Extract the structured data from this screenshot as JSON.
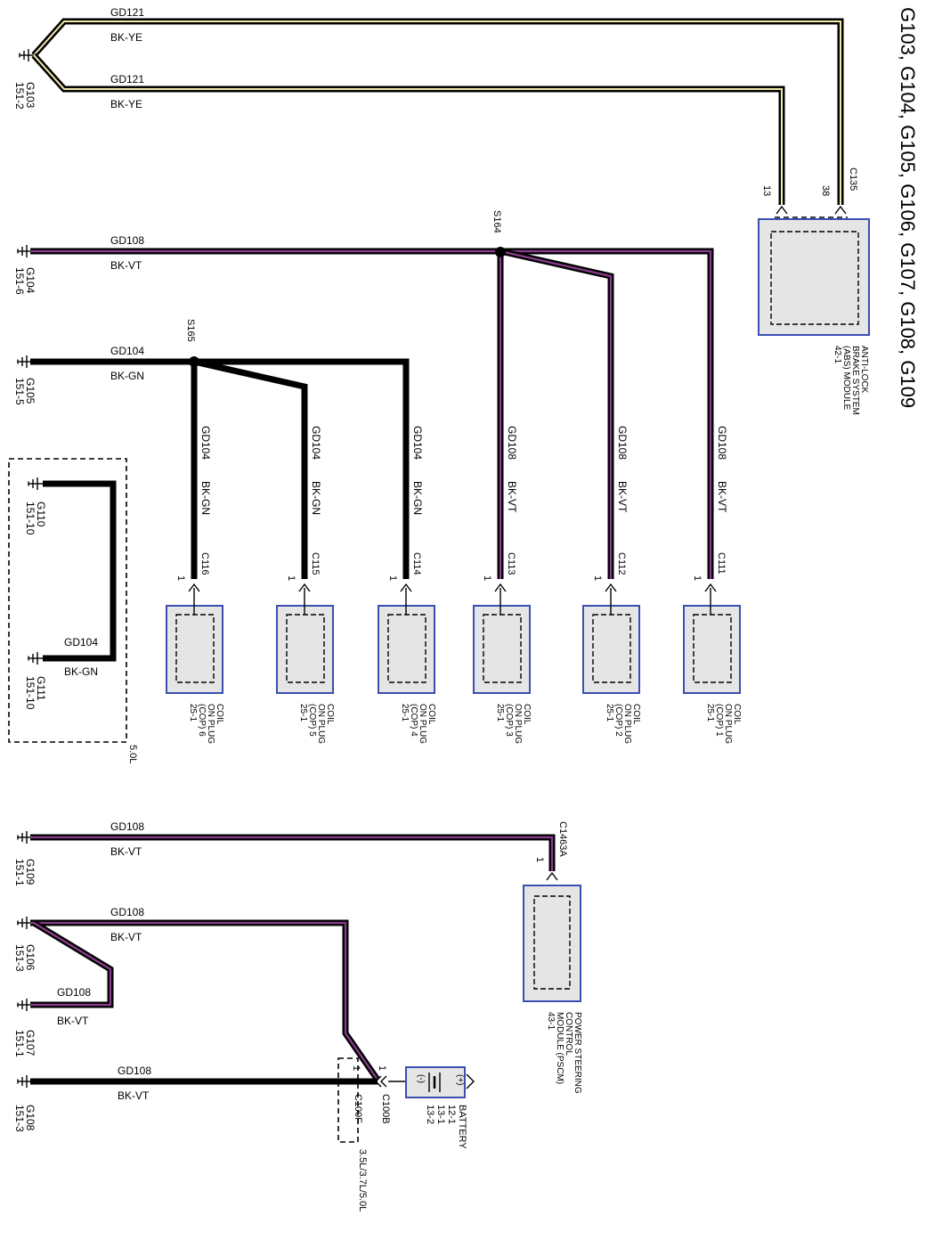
{
  "title": "G103, G104, G105, G106, G107, G108, G109",
  "colors": {
    "wire_black": "#000000",
    "stripe_violet": "#8a3c8e",
    "stripe_yellow": "#f2ecaa",
    "component_fill": "#e5e5e5",
    "component_border": "#3a4fb0"
  },
  "grounds": {
    "g103": {
      "name": "G103",
      "loc": "151-2"
    },
    "g104": {
      "name": "G104",
      "loc": "151-6"
    },
    "g105": {
      "name": "G105",
      "loc": "151-5"
    },
    "g110": {
      "name": "G110",
      "loc": "151-10"
    },
    "g111": {
      "name": "G111",
      "loc": "151-10"
    },
    "g109": {
      "name": "G109",
      "loc": "151-1"
    },
    "g106": {
      "name": "G106",
      "loc": "151-3"
    },
    "g107": {
      "name": "G107",
      "loc": "151-1"
    },
    "g108": {
      "name": "G108",
      "loc": "151-3"
    }
  },
  "wires": {
    "gd121_top": {
      "circuit": "GD121",
      "color": "BK-YE"
    },
    "gd121_bottom": {
      "circuit": "GD121",
      "color": "BK-YE"
    },
    "gd108_main": {
      "circuit": "GD108",
      "color": "BK-VT"
    },
    "gd104_main": {
      "circuit": "GD104",
      "color": "BK-GN"
    },
    "gd104_50l": {
      "circuit": "GD104",
      "color": "BK-GN"
    },
    "gd108_g109": {
      "circuit": "GD108",
      "color": "BK-VT"
    },
    "gd108_g106": {
      "circuit": "GD108",
      "color": "BK-VT"
    },
    "gd108_g107": {
      "circuit": "GD108",
      "color": "BK-VT"
    },
    "gd108_g108": {
      "circuit": "GD108",
      "color": "BK-VT"
    }
  },
  "splices": {
    "s164": "S164",
    "s165": "S165"
  },
  "branches": [
    {
      "circuit": "GD104",
      "color": "BK-GN"
    },
    {
      "circuit": "GD104",
      "color": "BK-GN"
    },
    {
      "circuit": "GD104",
      "color": "BK-GN"
    },
    {
      "circuit": "GD108",
      "color": "BK-VT"
    },
    {
      "circuit": "GD108",
      "color": "BK-VT"
    },
    {
      "circuit": "GD108",
      "color": "BK-VT"
    }
  ],
  "coils": [
    {
      "connector": "C116",
      "pin": "1",
      "name": "COIL",
      "line2": "ON PLUG",
      "line3": "(COP) 6",
      "ref": "25-1"
    },
    {
      "connector": "C115",
      "pin": "1",
      "name": "COIL",
      "line2": "ON PLUG",
      "line3": "(COP) 5",
      "ref": "25-1"
    },
    {
      "connector": "C114",
      "pin": "1",
      "name": "COIL",
      "line2": "ON PLUG",
      "line3": "(COP) 4",
      "ref": "25-1"
    },
    {
      "connector": "C113",
      "pin": "1",
      "name": "COIL",
      "line2": "ON PLUG",
      "line3": "(COP) 3",
      "ref": "25-1"
    },
    {
      "connector": "C112",
      "pin": "1",
      "name": "COIL",
      "line2": "ON PLUG",
      "line3": "(COP) 2",
      "ref": "25-1"
    },
    {
      "connector": "C111",
      "pin": "1",
      "name": "COIL",
      "line2": "ON PLUG",
      "line3": "(COP) 1",
      "ref": "25-1"
    }
  ],
  "abs": {
    "connector": "C135",
    "pin_a": "13",
    "pin_b": "38",
    "line1": "ANTI-LOCK",
    "line2": "BRAKE SYSTEM",
    "line3": "(ABS) MODULE",
    "ref": "42-1"
  },
  "engine_50l": "5.0L",
  "pscm": {
    "connector": "C1463A",
    "pin": "1",
    "line1": "POWER STEERING",
    "line2": "CONTROL",
    "line3": "MODULE (PSCM)",
    "ref": "43-1"
  },
  "battery": {
    "name": "BATTERY",
    "ref1": "12-1",
    "ref2": "13-1",
    "ref3": "13-2",
    "plus": "(+)",
    "minus": "(-)"
  },
  "inline": {
    "c100b": "C100B",
    "c100f": "C100F",
    "pin_b": "1",
    "pin_f": "1",
    "engines": "3.5L/3.7L/5.0L"
  }
}
